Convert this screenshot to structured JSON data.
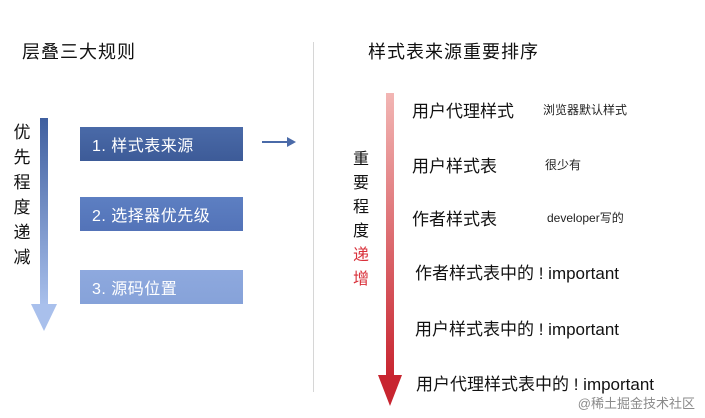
{
  "left": {
    "title": "层叠三大规则",
    "vertical_label": "优先程度递减",
    "rules": [
      "1. 样式表来源",
      "2. 选择器优先级",
      "3. 源码位置"
    ]
  },
  "right": {
    "title": "样式表来源重要排序",
    "vertical_label_plain": "重要程度",
    "vertical_label_accent": "递增",
    "sources": [
      {
        "label": "用户代理样式",
        "note": "浏览器默认样式"
      },
      {
        "label": "用户样式表",
        "note": "很少有"
      },
      {
        "label": "作者样式表",
        "note": "developer写的"
      },
      {
        "label": "作者样式表中的 ! important",
        "note": ""
      },
      {
        "label": "用户样式表中的 ! important",
        "note": ""
      },
      {
        "label": "用户代理样式表中的 ! important",
        "note": ""
      }
    ]
  },
  "watermark": "@稀土掘金技术社区",
  "colors": {
    "rule_box_1": "#4a6aa8",
    "rule_box_2": "#5d7fc2",
    "rule_box_3": "#8ea9de",
    "left_arrow": "#5a78b8",
    "right_arrow": "#cc2a32",
    "accent_text": "#d9303a"
  }
}
